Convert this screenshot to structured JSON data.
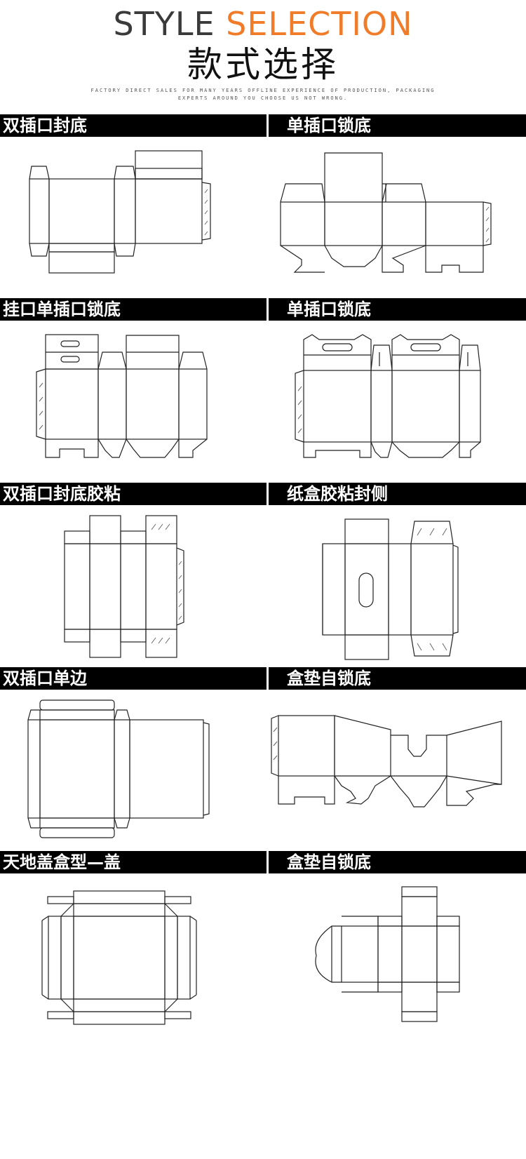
{
  "header": {
    "title_word1": "STYLE",
    "title_word2": "SELECTION",
    "title_cn": "款式选择",
    "tagline_line1": "FACTORY DIRECT SALES FOR MANY YEARS OFFLINE EXPERIENCE OF PRODUCTION, PACKAGING",
    "tagline_line2": "EXPERTS AROUND YOU CHOOSE US NOT WRONG."
  },
  "sections": [
    {
      "label": "双插口封底"
    },
    {
      "label": "单插口锁底"
    },
    {
      "label": "挂口单插口锁底"
    },
    {
      "label": "单插口锁底"
    },
    {
      "label": "双插口封底胶粘"
    },
    {
      "label": "纸盒胶粘封侧"
    },
    {
      "label": "双插口单边"
    },
    {
      "label": "盒垫自锁底"
    },
    {
      "label": "天地盖盒型—盖"
    },
    {
      "label": "盒垫自锁底"
    }
  ],
  "colors": {
    "accent": "#f07c2a",
    "title_gray": "#3a3a3a",
    "bar_bg": "#000000",
    "bar_text": "#ffffff",
    "line": "#222222"
  }
}
